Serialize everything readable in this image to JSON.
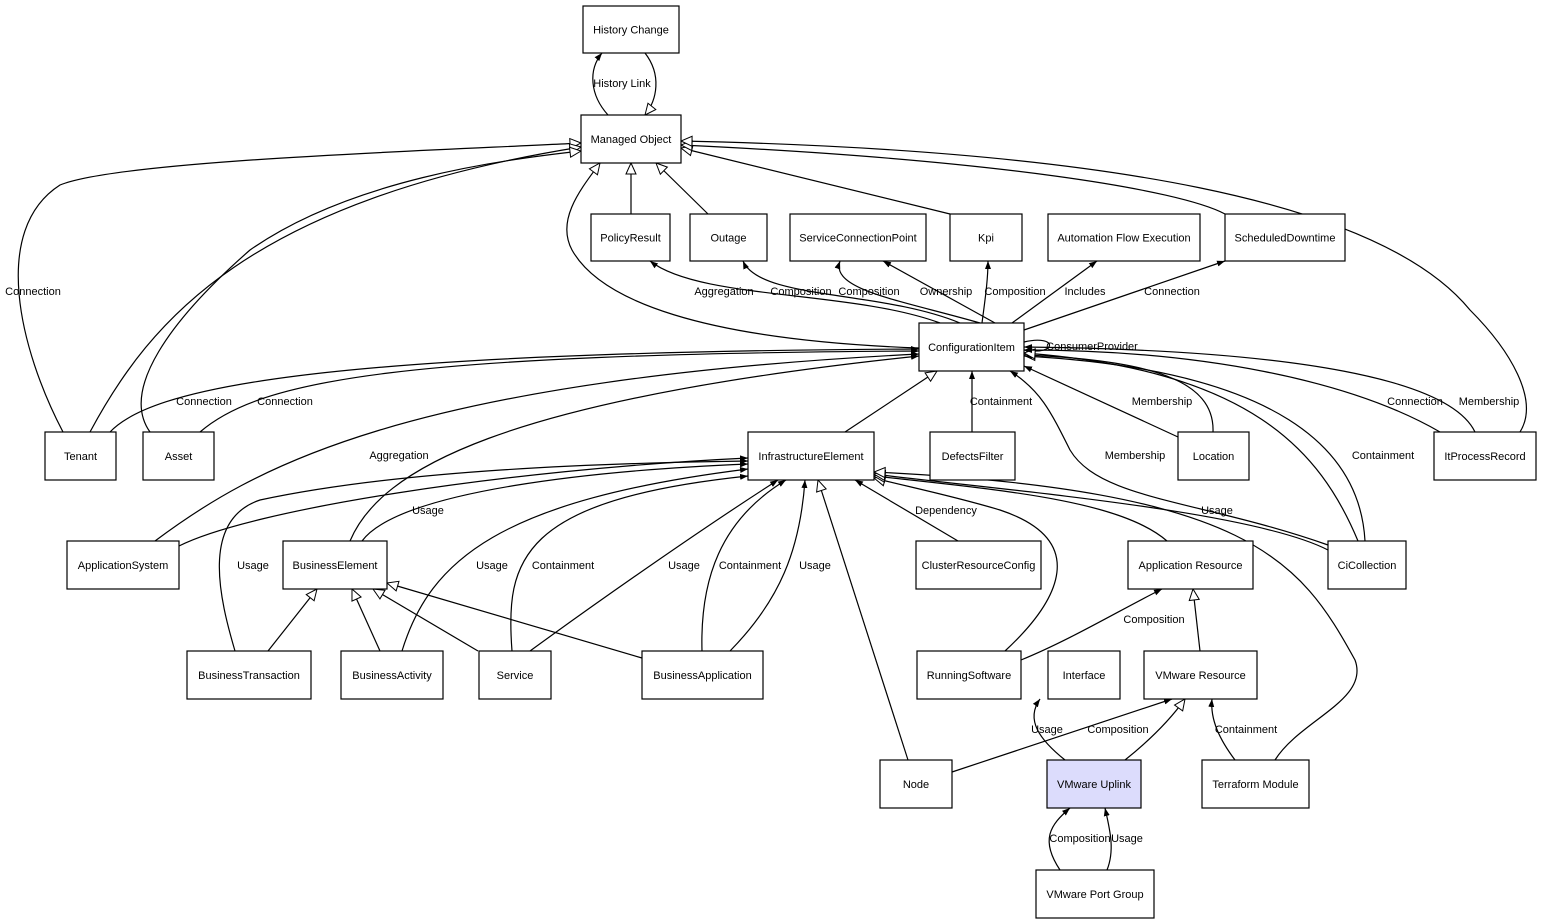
{
  "highlight_color": "#dcdcfc",
  "nodes": [
    {
      "id": "history-change",
      "label": "History Change"
    },
    {
      "id": "managed-object",
      "label": "Managed Object"
    },
    {
      "id": "policy-result",
      "label": "PolicyResult"
    },
    {
      "id": "outage",
      "label": "Outage"
    },
    {
      "id": "service-connection-point",
      "label": "ServiceConnectionPoint"
    },
    {
      "id": "kpi",
      "label": "Kpi"
    },
    {
      "id": "automation-flow-execution",
      "label": "Automation Flow Execution"
    },
    {
      "id": "scheduled-downtime",
      "label": "ScheduledDowntime"
    },
    {
      "id": "configuration-item",
      "label": "ConfigurationItem"
    },
    {
      "id": "tenant",
      "label": "Tenant"
    },
    {
      "id": "asset",
      "label": "Asset"
    },
    {
      "id": "infrastructure-element",
      "label": "InfrastructureElement"
    },
    {
      "id": "defects-filter",
      "label": "DefectsFilter"
    },
    {
      "id": "location",
      "label": "Location"
    },
    {
      "id": "it-process-record",
      "label": "ItProcessRecord"
    },
    {
      "id": "application-system",
      "label": "ApplicationSystem"
    },
    {
      "id": "business-element",
      "label": "BusinessElement"
    },
    {
      "id": "cluster-resource-config",
      "label": "ClusterResourceConfig"
    },
    {
      "id": "application-resource",
      "label": "Application Resource"
    },
    {
      "id": "ci-collection",
      "label": "CiCollection"
    },
    {
      "id": "business-transaction",
      "label": "BusinessTransaction"
    },
    {
      "id": "business-activity",
      "label": "BusinessActivity"
    },
    {
      "id": "service",
      "label": "Service"
    },
    {
      "id": "business-application",
      "label": "BusinessApplication"
    },
    {
      "id": "running-software",
      "label": "RunningSoftware"
    },
    {
      "id": "interface",
      "label": "Interface"
    },
    {
      "id": "vmware-resource",
      "label": "VMware Resource"
    },
    {
      "id": "node",
      "label": "Node"
    },
    {
      "id": "vmware-uplink",
      "label": "VMware Uplink",
      "highlighted": true
    },
    {
      "id": "terraform-module",
      "label": "Terraform Module"
    },
    {
      "id": "vmware-port-group",
      "label": "VMware Port Group"
    }
  ],
  "edges": [
    {
      "from": "managed-object",
      "to": "history-change",
      "label": "History Link",
      "type": "association"
    },
    {
      "from": "history-change",
      "to": "managed-object",
      "label": "",
      "type": "inheritance"
    },
    {
      "from": "tenant",
      "to": "managed-object",
      "label": "Connection",
      "type": "inheritance"
    },
    {
      "from": "tenant",
      "to": "managed-object",
      "label": "",
      "type": "inheritance"
    },
    {
      "from": "asset",
      "to": "managed-object",
      "label": "",
      "type": "inheritance"
    },
    {
      "from": "tenant",
      "to": "configuration-item",
      "label": "Connection",
      "type": "association"
    },
    {
      "from": "asset",
      "to": "configuration-item",
      "label": "Connection",
      "type": "association"
    },
    {
      "from": "policy-result",
      "to": "managed-object",
      "label": "",
      "type": "inheritance"
    },
    {
      "from": "outage",
      "to": "managed-object",
      "label": "",
      "type": "inheritance"
    },
    {
      "from": "kpi",
      "to": "managed-object",
      "label": "",
      "type": "inheritance"
    },
    {
      "from": "scheduled-downtime",
      "to": "managed-object",
      "label": "",
      "type": "inheritance"
    },
    {
      "from": "it-process-record",
      "to": "managed-object",
      "label": "",
      "type": "inheritance"
    },
    {
      "from": "configuration-item",
      "to": "managed-object",
      "label": "",
      "type": "inheritance"
    },
    {
      "from": "configuration-item",
      "to": "policy-result",
      "label": "Aggregation",
      "type": "association"
    },
    {
      "from": "configuration-item",
      "to": "outage",
      "label": "Composition",
      "type": "association"
    },
    {
      "from": "configuration-item",
      "to": "service-connection-point",
      "label": "Composition",
      "type": "association"
    },
    {
      "from": "configuration-item",
      "to": "service-connection-point",
      "label": "Ownership",
      "type": "association"
    },
    {
      "from": "configuration-item",
      "to": "kpi",
      "label": "Composition",
      "type": "association"
    },
    {
      "from": "configuration-item",
      "to": "automation-flow-execution",
      "label": "Includes",
      "type": "association"
    },
    {
      "from": "configuration-item",
      "to": "scheduled-downtime",
      "label": "Connection",
      "type": "association"
    },
    {
      "from": "configuration-item",
      "to": "configuration-item",
      "label": "ConsumerProvider",
      "type": "association"
    },
    {
      "from": "application-system",
      "to": "configuration-item",
      "label": "Aggregation",
      "type": "association"
    },
    {
      "from": "business-element",
      "to": "configuration-item",
      "label": "",
      "type": "association"
    },
    {
      "from": "infrastructure-element",
      "to": "configuration-item",
      "label": "",
      "type": "inheritance"
    },
    {
      "from": "defects-filter",
      "to": "configuration-item",
      "label": "Containment",
      "type": "association"
    },
    {
      "from": "location",
      "to": "configuration-item",
      "label": "Membership",
      "type": "association"
    },
    {
      "from": "location",
      "to": "configuration-item",
      "label": "",
      "type": "inheritance"
    },
    {
      "from": "ci-collection",
      "to": "configuration-item",
      "label": "Membership",
      "type": "association"
    },
    {
      "from": "ci-collection",
      "to": "configuration-item",
      "label": "Containment",
      "type": "association"
    },
    {
      "from": "ci-collection",
      "to": "configuration-item",
      "label": "",
      "type": "inheritance"
    },
    {
      "from": "it-process-record",
      "to": "configuration-item",
      "label": "Connection",
      "type": "association"
    },
    {
      "from": "it-process-record",
      "to": "configuration-item",
      "label": "Membership",
      "type": "association"
    },
    {
      "from": "application-system",
      "to": "infrastructure-element",
      "label": "",
      "type": "association"
    },
    {
      "from": "business-transaction",
      "to": "infrastructure-element",
      "label": "Usage",
      "type": "association"
    },
    {
      "from": "business-element",
      "to": "infrastructure-element",
      "label": "Usage",
      "type": "association"
    },
    {
      "from": "business-activity",
      "to": "infrastructure-element",
      "label": "Usage",
      "type": "association"
    },
    {
      "from": "service",
      "to": "infrastructure-element",
      "label": "Containment",
      "type": "association"
    },
    {
      "from": "service",
      "to": "infrastructure-element",
      "label": "Usage",
      "type": "association"
    },
    {
      "from": "business-application",
      "to": "infrastructure-element",
      "label": "Containment",
      "type": "association"
    },
    {
      "from": "business-application",
      "to": "infrastructure-element",
      "label": "Usage",
      "type": "association"
    },
    {
      "from": "node",
      "to": "infrastructure-element",
      "label": "",
      "type": "inheritance"
    },
    {
      "from": "cluster-resource-config",
      "to": "infrastructure-element",
      "label": "Dependency",
      "type": "association"
    },
    {
      "from": "running-software",
      "to": "infrastructure-element",
      "label": "",
      "type": "inheritance"
    },
    {
      "from": "application-resource",
      "to": "infrastructure-element",
      "label": "",
      "type": "inheritance"
    },
    {
      "from": "ci-collection",
      "to": "infrastructure-element",
      "label": "Usage",
      "type": "inheritance"
    },
    {
      "from": "terraform-module",
      "to": "infrastructure-element",
      "label": "",
      "type": "inheritance"
    },
    {
      "from": "business-transaction",
      "to": "business-element",
      "label": "",
      "type": "inheritance"
    },
    {
      "from": "business-activity",
      "to": "business-element",
      "label": "",
      "type": "inheritance"
    },
    {
      "from": "service",
      "to": "business-element",
      "label": "",
      "type": "inheritance"
    },
    {
      "from": "business-application",
      "to": "business-element",
      "label": "",
      "type": "inheritance"
    },
    {
      "from": "running-software",
      "to": "application-resource",
      "label": "Composition",
      "type": "association"
    },
    {
      "from": "vmware-resource",
      "to": "application-resource",
      "label": "",
      "type": "inheritance"
    },
    {
      "from": "vmware-uplink",
      "to": "interface",
      "label": "Usage",
      "type": "association"
    },
    {
      "from": "node",
      "to": "vmware-resource",
      "label": "Composition",
      "type": "association"
    },
    {
      "from": "vmware-uplink",
      "to": "vmware-resource",
      "label": "",
      "type": "inheritance"
    },
    {
      "from": "terraform-module",
      "to": "vmware-resource",
      "label": "Containment",
      "type": "association"
    },
    {
      "from": "vmware-port-group",
      "to": "vmware-uplink",
      "label": "Composition",
      "type": "association"
    },
    {
      "from": "vmware-port-group",
      "to": "vmware-uplink",
      "label": "Usage",
      "type": "association"
    }
  ]
}
